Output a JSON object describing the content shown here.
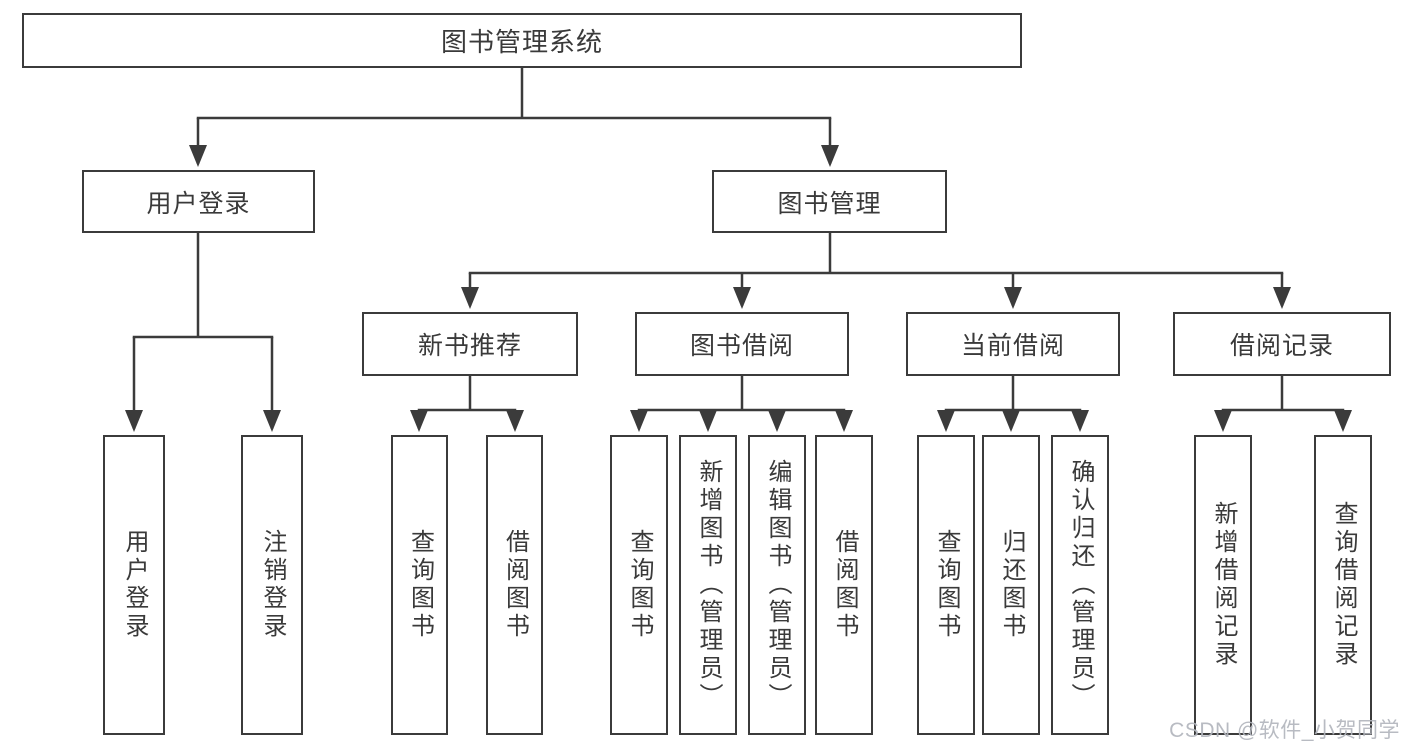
{
  "diagram": {
    "title": "图书管理系统",
    "root": {
      "label": "图书管理系统"
    },
    "level2": [
      {
        "label": "用户登录"
      },
      {
        "label": "图书管理"
      }
    ],
    "level3": [
      {
        "label": "新书推荐"
      },
      {
        "label": "图书借阅"
      },
      {
        "label": "当前借阅"
      },
      {
        "label": "借阅记录"
      }
    ],
    "leaves_user_login": [
      {
        "label": "用户登录"
      },
      {
        "label": "注销登录"
      }
    ],
    "leaves_new_book": [
      {
        "label": "查询图书"
      },
      {
        "label": "借阅图书"
      }
    ],
    "leaves_book_borrow": [
      {
        "label": "查询图书"
      },
      {
        "label": "新增图书（管理员）"
      },
      {
        "label": "编辑图书（管理员）"
      },
      {
        "label": "借阅图书"
      }
    ],
    "leaves_current_borrow": [
      {
        "label": "查询图书"
      },
      {
        "label": "归还图书"
      },
      {
        "label": "确认归还（管理员）"
      }
    ],
    "leaves_records": [
      {
        "label": "新增借阅记录"
      },
      {
        "label": "查询借阅记录"
      }
    ]
  },
  "watermark": "CSDN @软件_小贺同学",
  "colors": {
    "line": "#3b3b3b",
    "box_border": "#3b3b3b",
    "text": "#3a3a3a",
    "watermark": "#b2b5bd",
    "background": "#ffffff"
  }
}
